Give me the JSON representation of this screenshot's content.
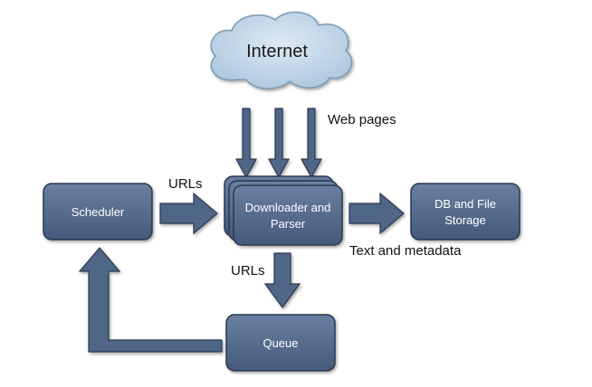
{
  "diagram": {
    "cloud": {
      "label": "Internet"
    },
    "nodes": {
      "scheduler": {
        "label": "Scheduler"
      },
      "downloader": {
        "line1": "Downloader and",
        "line2": "Parser"
      },
      "storage": {
        "line1": "DB and File",
        "line2": "Storage"
      },
      "queue": {
        "label": "Queue"
      }
    },
    "edge_labels": {
      "web_pages": "Web pages",
      "urls_in": "URLs",
      "urls_out": "URLs",
      "text_metadata": "Text and metadata"
    }
  },
  "colors": {
    "box_fill": "#4f6686",
    "box_stroke": "#2b3950",
    "arrow_fill": "#4f6686",
    "arrow_stroke": "#2b3950",
    "cloud_fill": "#b9d2e6",
    "cloud_stroke": "#7d9ab2",
    "box_text": "#ffffff",
    "label_text": "#111111"
  }
}
